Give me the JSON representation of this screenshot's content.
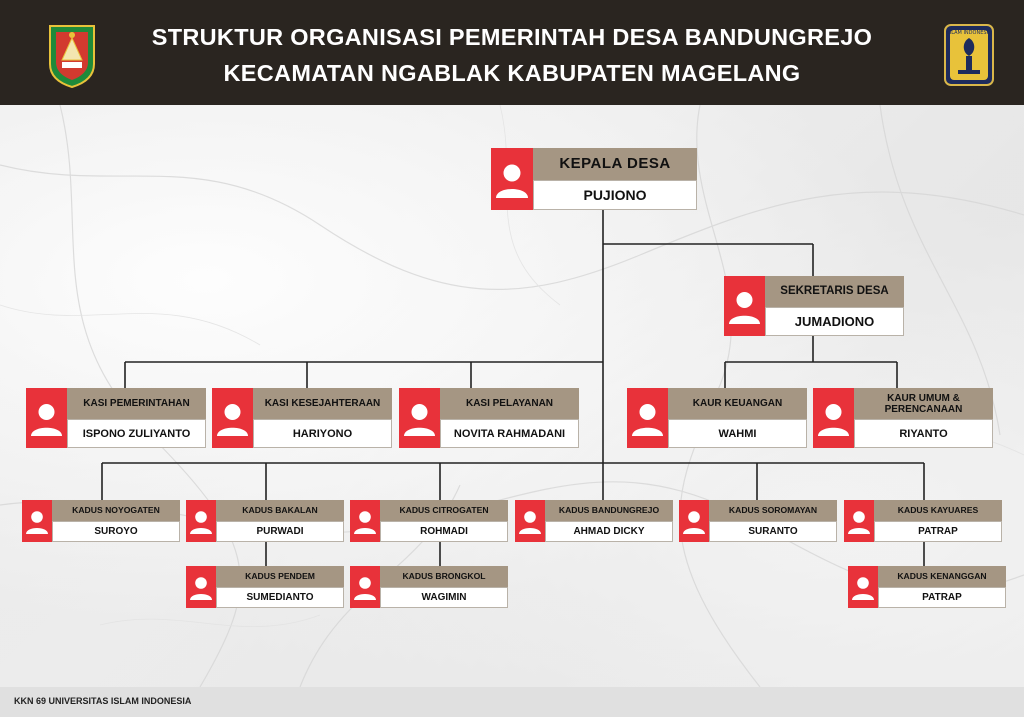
{
  "header": {
    "title_line1": "STRUKTUR ORGANISASI PEMERINTAH DESA BANDUNGREJO",
    "title_line2": "KECAMATAN NGABLAK KABUPATEN MAGELANG"
  },
  "logos": {
    "left": "magelang-regency-emblem",
    "right": "universitas-islam-indonesia-emblem",
    "right_text": "ISLAM INDONESIA"
  },
  "footer": {
    "text": "KKN 69 UNIVERSITAS ISLAM INDONESIA"
  },
  "colors": {
    "header_bg": "#2a2520",
    "avatar_red": "#e8323a",
    "role_tan": "#a59683",
    "connector": "#222222"
  },
  "org": {
    "kepala": {
      "role": "KEPALA DESA",
      "name": "PUJIONO"
    },
    "sekretaris": {
      "role": "SEKRETARIS DESA",
      "name": "JUMADIONO"
    },
    "kasi": [
      {
        "role": "KASI PEMERINTAHAN",
        "name": "ISPONO ZULIYANTO"
      },
      {
        "role": "KASI KESEJAHTERAAN",
        "name": "HARIYONO"
      },
      {
        "role": "KASI PELAYANAN",
        "name": "NOVITA RAHMADANI"
      }
    ],
    "kaur": [
      {
        "role": "KAUR KEUANGAN",
        "name": "WAHMI"
      },
      {
        "role": "KAUR UMUM & PERENCANAAN",
        "name": "RIYANTO"
      }
    ],
    "kadus": [
      {
        "role": "KADUS NOYOGATEN",
        "name": "SUROYO"
      },
      {
        "role": "KADUS BAKALAN",
        "name": "PURWADI"
      },
      {
        "role": "KADUS CITROGATEN",
        "name": "ROHMADI"
      },
      {
        "role": "KADUS BANDUNGREJO",
        "name": "AHMAD DICKY"
      },
      {
        "role": "KADUS SOROMAYAN",
        "name": "SURANTO"
      },
      {
        "role": "KADUS KAYUARES",
        "name": "PATRAP"
      }
    ],
    "kadus_sub": [
      {
        "role": "KADUS PENDEM",
        "name": "SUMEDIANTO"
      },
      {
        "role": "KADUS BRONGKOL",
        "name": "WAGIMIN"
      },
      {
        "role": "KADUS KENANGGAN",
        "name": "PATRAP"
      }
    ]
  }
}
